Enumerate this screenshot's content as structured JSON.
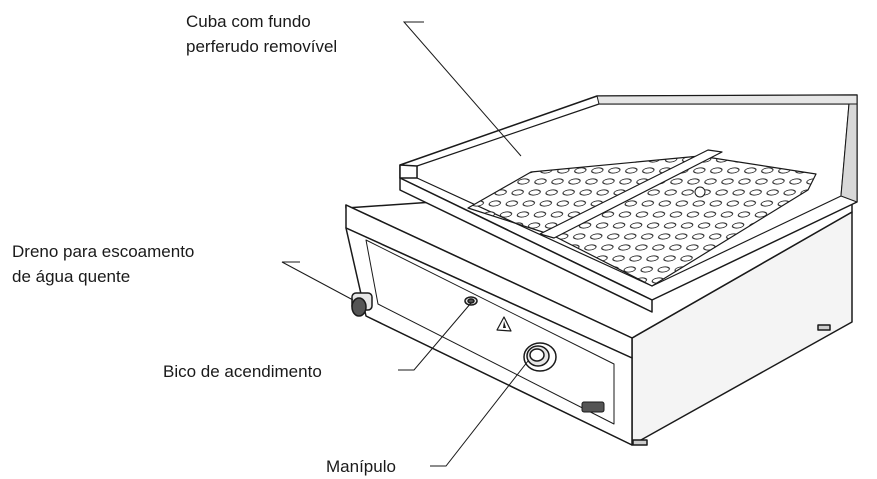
{
  "labels": {
    "cuba": [
      "Cuba com fundo",
      "perferudo removível"
    ],
    "dreno": [
      "Dreno para escoamento",
      "de água quente"
    ],
    "bico": "Bico de acendimento",
    "manipulo": "Manípulo"
  },
  "colors": {
    "line": "#1a1a1a",
    "fill": "#ffffff",
    "shade": "#e6e6e6",
    "dark": "#555555"
  }
}
